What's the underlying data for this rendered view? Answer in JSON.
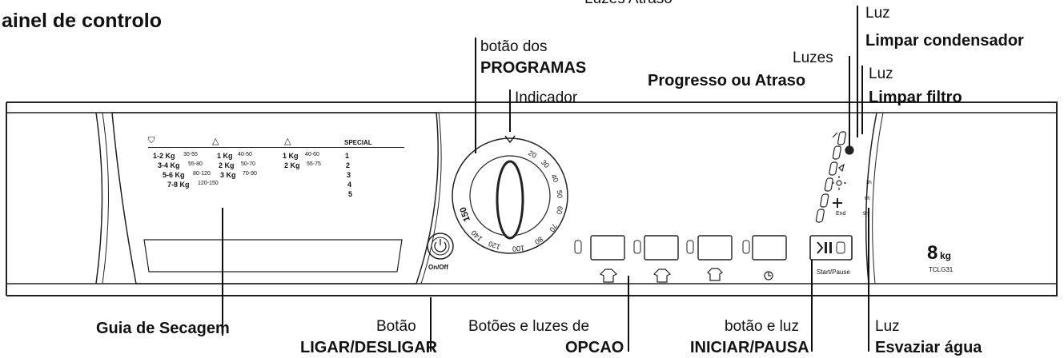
{
  "heading": "ainel de controlo",
  "top_cut_text": "Luzes Atraso",
  "labels": {
    "programs_knob_line1": "botão dos",
    "programs_knob_line2": "PROGRAMAS",
    "indicator": "Indicador",
    "progress_lights_line1": "Luzes",
    "progress_lights_line2": "Progresso ou Atraso",
    "condenser_light_line1": "Luz",
    "condenser_light_line2": "Limpar condensador",
    "filter_light_line1": "Luz",
    "filter_light_line2": "Limpar filtro",
    "drying_guide": "Guia de Secagem",
    "onoff_line1": "Botão",
    "onoff_line2": "LIGAR/DESLIGAR",
    "options_line1": "Botões e luzes de",
    "options_line2": "OPCAO",
    "start_line1": "botão e luz",
    "start_line2": "INICIAR/PAUSA",
    "water_light_line1": "Luz",
    "water_light_line2": "Esvaziar água"
  },
  "guide": {
    "col1": [
      "1-2 Kg",
      "3-4 Kg",
      "5-6 Kg",
      "7-8 Kg"
    ],
    "col1_ranges": [
      "30-55",
      "55-80",
      "80-120",
      "120-150"
    ],
    "col2": [
      "1 Kg",
      "2 Kg",
      "3 Kg"
    ],
    "col2_ranges": [
      "40-50",
      "50-70",
      "70-90"
    ],
    "col3": [
      "1 Kg",
      "2 Kg"
    ],
    "col3_ranges": [
      "40-60",
      "55-75"
    ],
    "special_title": "SPECIAL",
    "special_nums": [
      "1",
      "2",
      "3",
      "4",
      "5"
    ]
  },
  "dial_numbers": [
    "20",
    "30",
    "40",
    "50",
    "60",
    "70",
    "80",
    "100",
    "120",
    "140",
    "150"
  ],
  "panel": {
    "onoff_caption": "On/Off",
    "start_caption": "Start/Pause",
    "end_caption": "End",
    "delay_labels": [
      "3h",
      "6h",
      "9h"
    ],
    "brand_big": "8",
    "brand_unit": "kg",
    "model": "TCLG31"
  }
}
